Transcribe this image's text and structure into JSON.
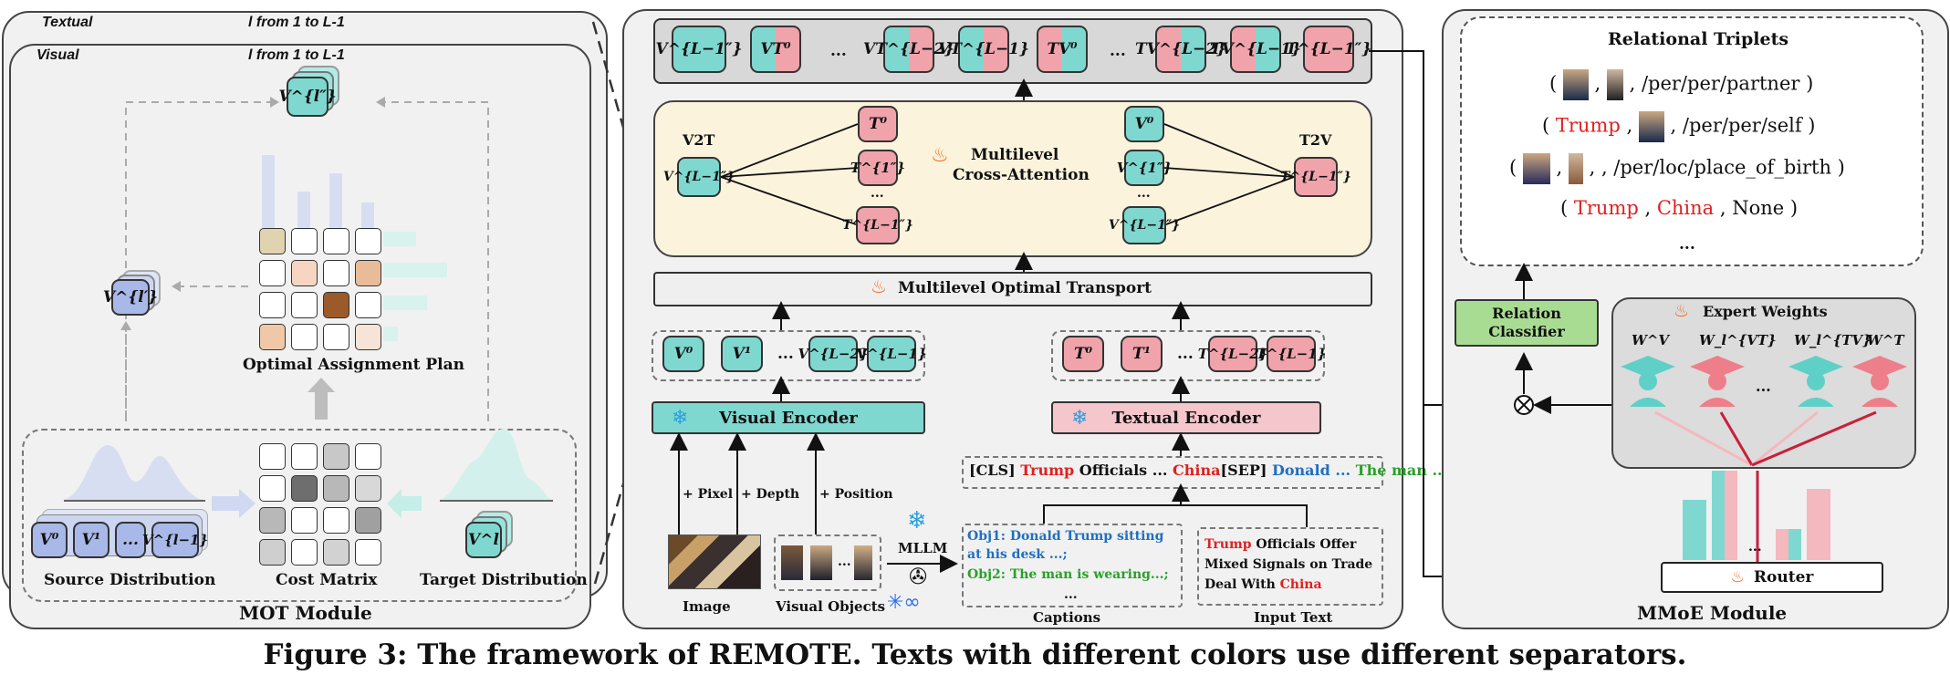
{
  "caption": "Figure 3: The framework of REMOTE. Texts with different colors use different separators.",
  "mot": {
    "title": "MOT Module",
    "tab_textual": "Textual",
    "tab_visual": "Visual",
    "loop_textual": "l from 1 to L-1",
    "loop_visual": "l from 1 to L-1",
    "out_token": "V^{l″}",
    "mid_token": "V^{l′}",
    "plan_label": "Optimal Assignment Plan",
    "cost_label": "Cost Matrix",
    "source_label": "Source Distribution",
    "target_label": "Target Distribution",
    "source_tokens": [
      "V⁰",
      "V¹",
      "...",
      "V^{l−1}"
    ],
    "target_token": "V^l"
  },
  "center": {
    "top_tokens": [
      "V^{L−1″}",
      "VT⁰",
      "...",
      "VT^{L−2}",
      "VT^{L−1}",
      "TV⁰",
      "...",
      "TV^{L−2}",
      "TV^{L−1}",
      "T^{L−1″}"
    ],
    "mca_title_1": "Multilevel",
    "mca_title_2": "Cross-Attention",
    "v2t": "V2T",
    "t2v": "T2V",
    "v2t_token": "V^{L−1″}",
    "t2v_token": "T^{L−1″}",
    "mca_t_col": [
      "T⁰",
      "T^{1″}",
      "...",
      "T^{L−1″}"
    ],
    "mca_v_col": [
      "V⁰",
      "V^{1″}",
      "...",
      "V^{L−1″}"
    ],
    "mot_bar": "Multilevel Optimal Transport",
    "vis_tokens": [
      "V⁰",
      "V¹",
      "...",
      "V^{L−2}",
      "V^{L−1}"
    ],
    "txt_tokens": [
      "T⁰",
      "T¹",
      "...",
      "T^{L−2}",
      "T^{L−1}"
    ],
    "visual_encoder": "Visual Encoder",
    "textual_encoder": "Textual Encoder",
    "pixel": "+ Pixel",
    "depth": "+ Depth",
    "position": "+ Position",
    "image_label": "Image",
    "visual_objects_label": "Visual Objects",
    "mllm": "MLLM",
    "captions_label": "Captions",
    "input_text_label": "Input Text",
    "seq": {
      "cls": "[CLS]",
      "trump": "Trump",
      "officials": "Officials ...",
      "china": "China",
      "sep": "[SEP]",
      "donald": "Donald ...",
      "theman": "The man ..."
    },
    "caption_obj1": "Obj1: Donald Trump sitting at his desk ...;",
    "caption_obj2": "Obj2: The man is wearing...;",
    "caption_more": "...",
    "input_text_trump": "Trump",
    "input_text_rest_1": " Officials Offer",
    "input_text_rest_2": "Mixed Signals on Trade",
    "input_text_rest_3": "Deal With ",
    "input_text_china": "China"
  },
  "mmoe": {
    "title": "MMoE Module",
    "triplets_title": "Relational Triplets",
    "t1_rel": ", /per/per/partner )",
    "t2_head": "Trump",
    "t2_rel": ", /per/per/self )",
    "t3_rel": ", /per/loc/place_of_birth )",
    "t4_head": "Trump",
    "t4_tail": "China",
    "t4_rel": "None )",
    "ellipsis": "...",
    "relation_classifier_1": "Relation",
    "relation_classifier_2": "Classifier",
    "expert_weights": "Expert Weights",
    "weights": [
      "W^V",
      "W_l^{VT}",
      "...",
      "W_l^{TV}",
      "W^T"
    ],
    "router": "Router"
  },
  "colors": {
    "teal": "#7fd8d0",
    "pink": "#f0a3ab",
    "blue": "#a8b8e8",
    "cream": "#fcf3dc",
    "green": "#a9dc93",
    "red": "#e02020",
    "caption_blue": "#1f6fc0",
    "caption_green": "#2aa02a"
  }
}
